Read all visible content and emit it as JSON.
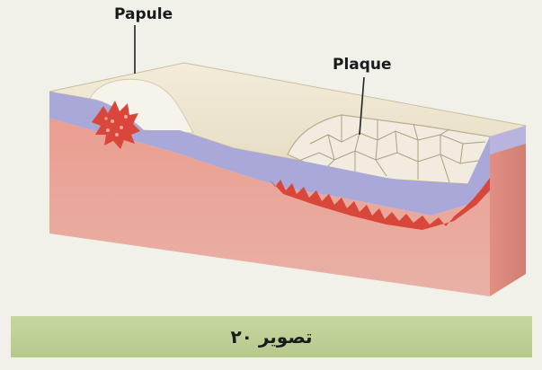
{
  "labels": {
    "papule": "Papule",
    "plaque": "Plaque"
  },
  "caption": {
    "text": "تصویر ۲۰"
  },
  "colors": {
    "background": "#f1f1ea",
    "surface_top": "#eee6cf",
    "epidermis": "#a9a7d6",
    "dermis_front": "#e9a396",
    "dermis_side": "#dd8e80",
    "lesion_red": "#d9473a",
    "caption_bar": "#bfd196"
  }
}
